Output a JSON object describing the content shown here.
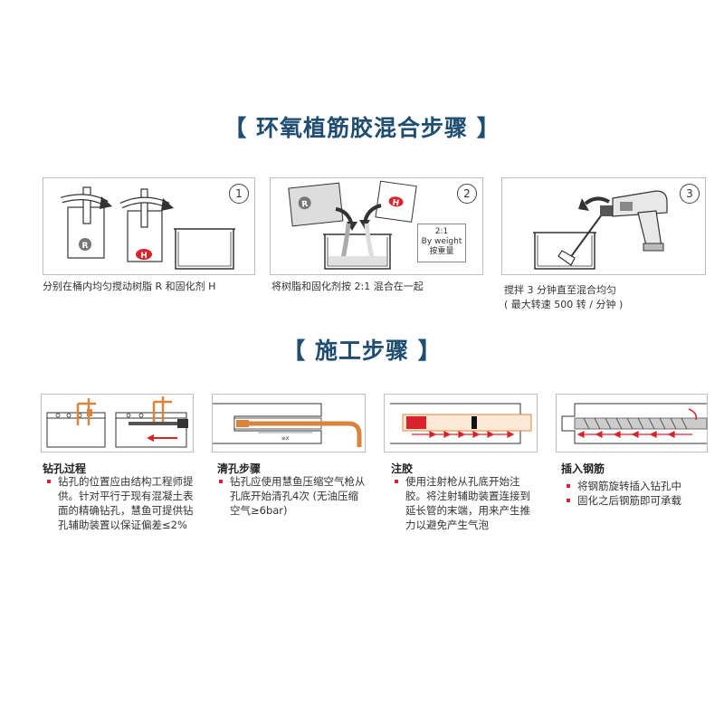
{
  "titles": {
    "mixing": "【 环氧植筋胶混合步骤 】",
    "construction": "【 施工步骤 】"
  },
  "mixing_steps": [
    {
      "num": "1",
      "caption": "分别在桶内均匀搅动树脂 R 和固化剂 H",
      "label_r": "R",
      "label_h": "H"
    },
    {
      "num": "2",
      "caption": "将树脂和固化剂按 2:1 混合在一起",
      "label_r": "R",
      "label_h": "H",
      "ratio_line1": "2:1",
      "ratio_line2": "By weight",
      "ratio_line3": "按重量"
    },
    {
      "num": "3",
      "caption_line1": "搅拌 3 分钟直至混合均匀",
      "caption_line2": "( 最大转速 500 转 / 分钟 )"
    }
  ],
  "construction_steps": [
    {
      "title": "钻孔过程",
      "bullets": [
        "钻孔的位置应由结构工程师提供。针对平行于现有混凝土表面的精确钻孔，慧鱼可提供钻孔辅助装置以保证偏差≤2%"
      ]
    },
    {
      "title": "清孔步骤",
      "bullets": [
        "钻孔应使用慧鱼压缩空气枪从孔底开始清孔4次 (无油压缩空气≥6bar)"
      ],
      "tube_label": "≥x"
    },
    {
      "title": "注胶",
      "bullets": [
        "使用注射枪从孔底开始注胶。将注射辅助装置连接到延长管的末端，用来产生推力以避免产生气泡"
      ]
    },
    {
      "title": "插入钢筋",
      "bullets": [
        "将钢筋旋转插入钻孔中",
        "固化之后钢筋即可承载"
      ]
    }
  ],
  "colors": {
    "title": "#1f4e72",
    "accent_red": "#d9232a",
    "copper": "#d9843a",
    "resin_gray": "#8a8a8a"
  }
}
